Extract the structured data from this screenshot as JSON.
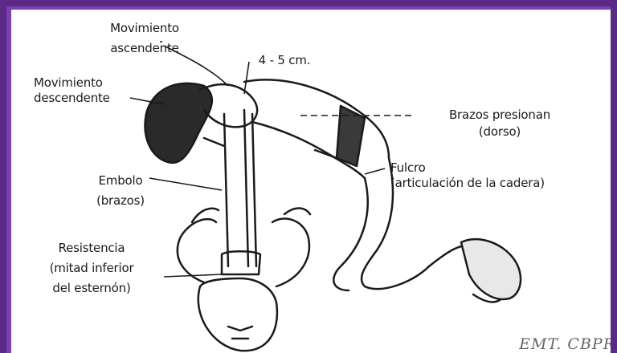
{
  "labels": {
    "mov_asc_1": "Movimiento",
    "mov_asc_2": "ascendente",
    "distance": "4 - 5 cm.",
    "mov_desc_1": "Movimiento",
    "mov_desc_2": "descendente",
    "brazos_1": "Brazos presionan",
    "brazos_2": "(dorso)",
    "fulcro_1": "Fulcro",
    "fulcro_2": "(articulación de la cadera)",
    "embolo_1": "Embolo",
    "embolo_2": "(brazos)",
    "resist_1": "Resistencia",
    "resist_2": "(mitad inferior",
    "resist_3": "del esternón)"
  },
  "watermark": "EMT. CBPR",
  "colors": {
    "border": "#7b3fb0",
    "ink": "#1b1b1b",
    "background": "#ffffff"
  }
}
